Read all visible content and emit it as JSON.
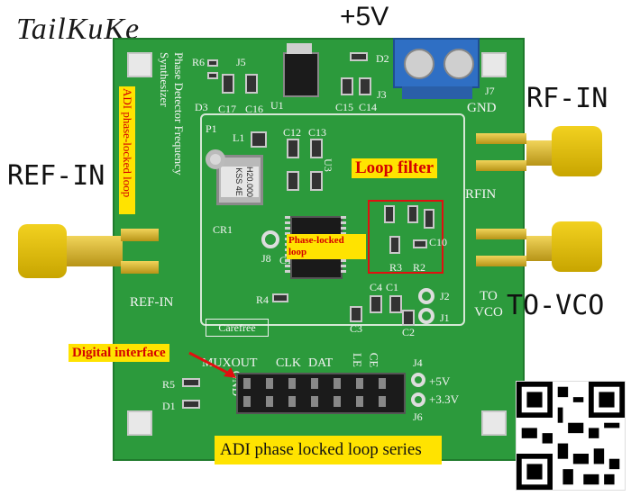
{
  "brand": "TailKuKe",
  "labels": {
    "power": "+5V",
    "rf_in": "RF-IN",
    "ref_in": "REF-IN",
    "to_vco": "TO-VCO",
    "loop_filter": "Loop filter",
    "pll_core": "Phase-locked loop",
    "digital_interface": "Digital interface",
    "series": "ADI phase locked loop series",
    "vertical_side": "ADI phase-locked loop",
    "vertical_title": "Phase Detector Frequency Synthesizer"
  },
  "silk": {
    "j5": "J5",
    "r6": "R6",
    "d2": "D2",
    "j7": "J7",
    "gnd": "GND",
    "d3": "D3",
    "c17": "C17",
    "c16": "C16",
    "u1": "U1",
    "c15": "C15",
    "c14": "C14",
    "j3": "J3",
    "p1": "P1",
    "l1": "L1",
    "c12": "C12",
    "c13": "C13",
    "u3": "U3",
    "crystal": "H20.000 KSS 4E",
    "cr1": "CR1",
    "j8": "J8",
    "c11": "C11",
    "ref_in_silk": "REF-IN",
    "r4": "R4",
    "c10": "C10",
    "rfin": "RFIN",
    "r3": "R3",
    "r2": "R2",
    "c4": "C4",
    "c1": "C1",
    "j2": "J2",
    "j1": "J1",
    "to_vco_silk": "TO VCO",
    "c3": "C3",
    "c2": "C2",
    "carefree": "Carefree",
    "muxout": "MUXOUT",
    "clk": "CLK",
    "dat": "DAT",
    "le": "LE",
    "ce": "CE",
    "gnd_header": "GND",
    "r5": "R5",
    "d1": "D1",
    "j4": "J4",
    "plus5": "+5V",
    "plus33": "+3.3V",
    "j6": "J6"
  },
  "colors": {
    "pcb": "#2c9a3c",
    "label_bg": "#ffe300",
    "label_text": "#d40000",
    "terminal": "#2f6fc4",
    "connector_gold": "#e9c531"
  }
}
